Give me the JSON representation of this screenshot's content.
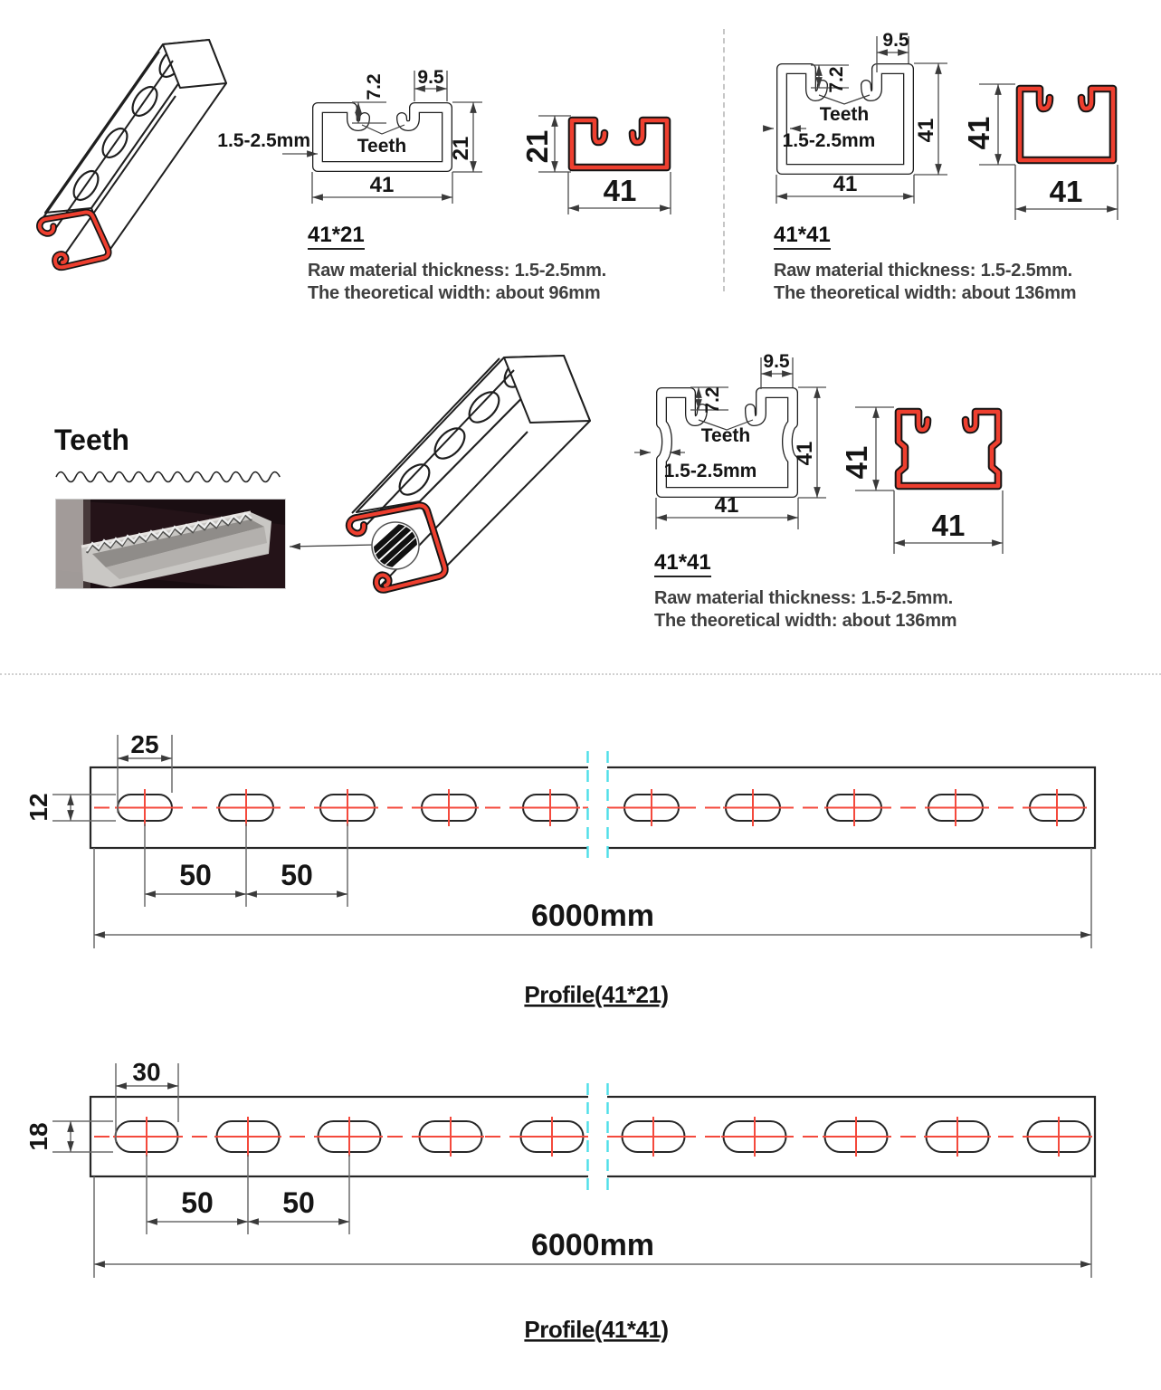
{
  "colors": {
    "section_red": "#ee3f2f",
    "centerline_red": "#f4493c",
    "break_cyan": "#4ddfe8",
    "line_black": "#1f1f1f",
    "muted_text": "#3f3f3f"
  },
  "s1": {
    "slot": "9.5",
    "lip": "7.2",
    "teeth": "Teeth",
    "thickness": "1.5-2.5mm",
    "height": "21",
    "width": "41",
    "red_height": "21",
    "red_width": "41",
    "title": "41*21",
    "desc1": "Raw material thickness: 1.5-2.5mm.",
    "desc2": "The theoretical width: about 96mm"
  },
  "s2": {
    "slot": "9.5",
    "lip": "7.2",
    "teeth": "Teeth",
    "thickness": "1.5-2.5mm",
    "height": "41",
    "width": "41",
    "red_height": "41",
    "red_width": "41",
    "title": "41*41",
    "desc1": "Raw material thickness: 1.5-2.5mm.",
    "desc2": "The theoretical width: about 136mm"
  },
  "s3": {
    "heading": "Teeth",
    "slot": "9.5",
    "lip": "7.2",
    "teeth": "Teeth",
    "thickness": "1.5-2.5mm",
    "height": "41",
    "width": "41",
    "red_height": "41",
    "red_width": "41",
    "title": "41*41",
    "desc1": "Raw material thickness: 1.5-2.5mm.",
    "desc2": "The theoretical width: about 136mm"
  },
  "pa": {
    "hole_length": "25",
    "hole_width": "12",
    "pitch1": "50",
    "pitch2": "50",
    "total": "6000mm",
    "caption": "Profile(41*21)"
  },
  "pb": {
    "hole_length": "30",
    "hole_width": "18",
    "pitch1": "50",
    "pitch2": "50",
    "total": "6000mm",
    "caption": "Profile(41*41)"
  }
}
